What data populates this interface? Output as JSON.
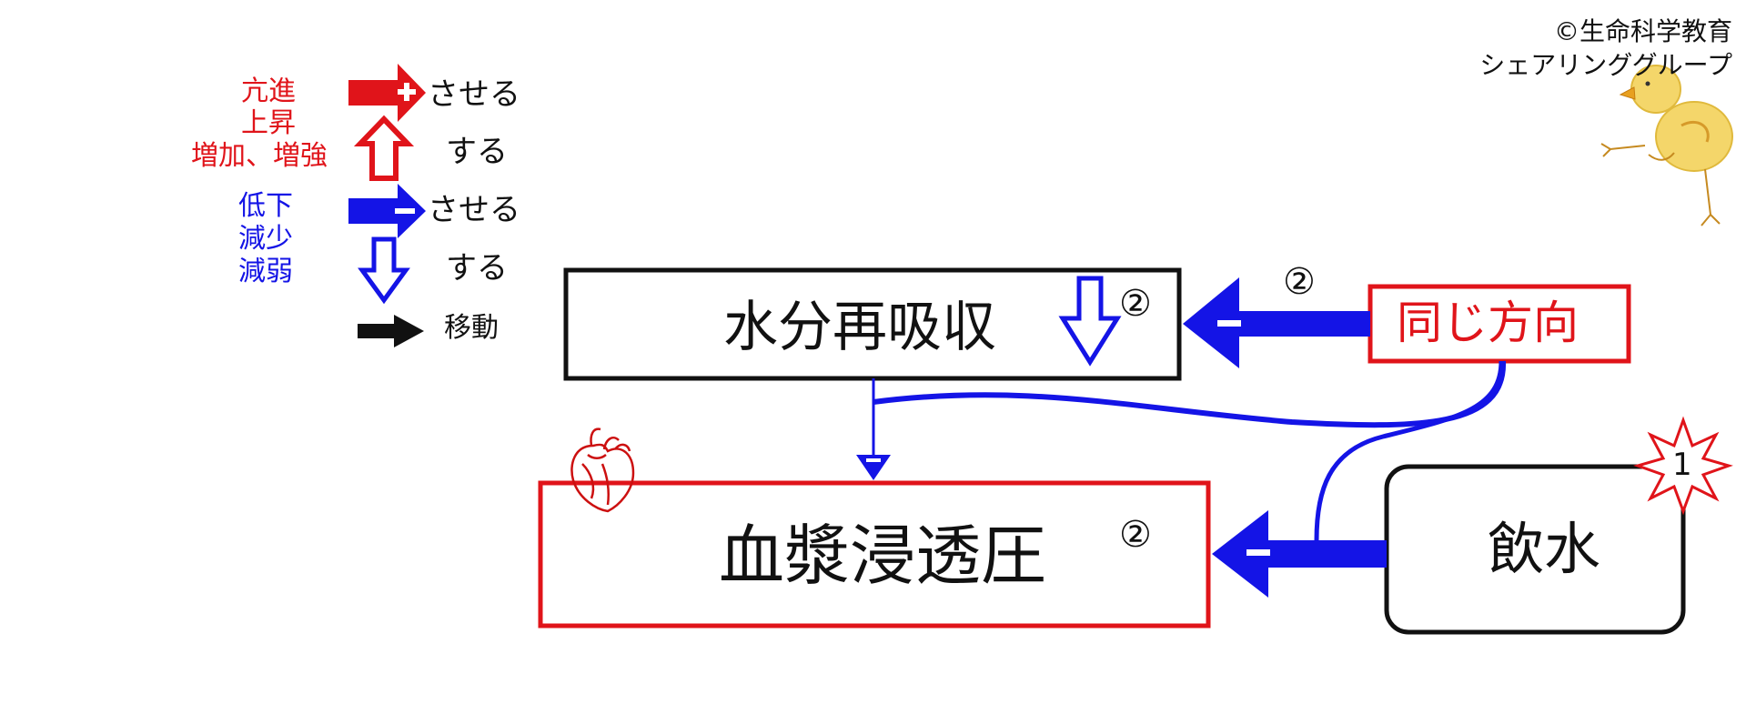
{
  "copyright": {
    "line1": "©生命科学教育",
    "line2": "シェアリンググループ"
  },
  "legend": {
    "increase_words": [
      "亢進",
      "上昇",
      "増加、増強"
    ],
    "decrease_words": [
      "低下",
      "減少",
      "減弱"
    ],
    "cause_increase": "させる",
    "become_increase": "する",
    "cause_decrease": "させる",
    "become_decrease": "する",
    "move": "移動",
    "plus_sign": "+",
    "minus_sign": "−"
  },
  "nodes": {
    "reabsorption": {
      "label": "水分再吸収",
      "step": "②"
    },
    "osmotic": {
      "label": "血漿浸透圧",
      "step": "②"
    },
    "drinking": {
      "label": "飲水",
      "step": "1"
    },
    "same_direction": {
      "label": "同じ方向"
    }
  },
  "edges": {
    "same_to_reabsorption": {
      "step": "②",
      "sign": "−"
    },
    "drinking_to_osmotic": {
      "sign": "−"
    },
    "reabsorption_to_osmotic": {
      "sign": "−"
    }
  },
  "colors": {
    "red": "#e0141a",
    "blue": "#1414e6",
    "black": "#111111"
  },
  "icons": [
    "heart-icon",
    "chick-illustration",
    "burst-star-icon"
  ]
}
